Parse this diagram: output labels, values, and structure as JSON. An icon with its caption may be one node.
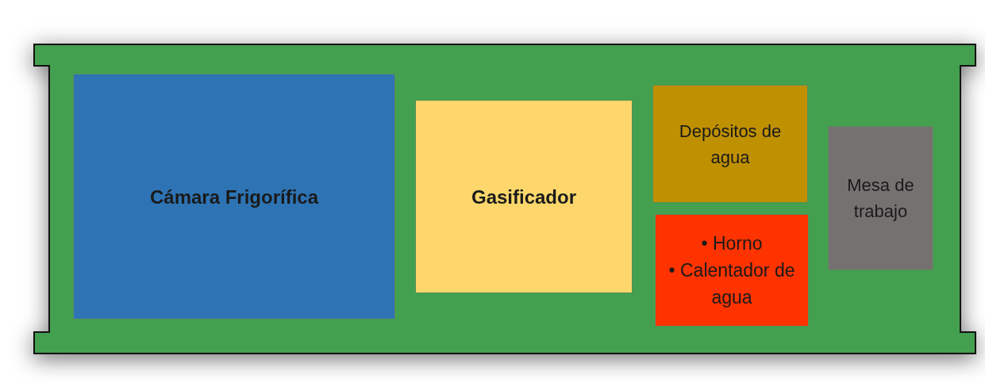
{
  "diagram": {
    "nodes": [
      {
        "text": [],
        "shape": "box"
      },
      {
        "text": [
          "Cámara Frigorífica"
        ],
        "in": 0
      },
      {
        "text": [
          "Gasificador"
        ],
        "in": 0
      },
      {
        "text": [
          "Depósitos de agua"
        ],
        "in": 0
      },
      {
        "text": [
          "• Horno",
          "• Calentador de agua"
        ],
        "in": 0
      },
      {
        "text": [
          "Mesa de trabajo"
        ],
        "in": 0
      }
    ]
  }
}
